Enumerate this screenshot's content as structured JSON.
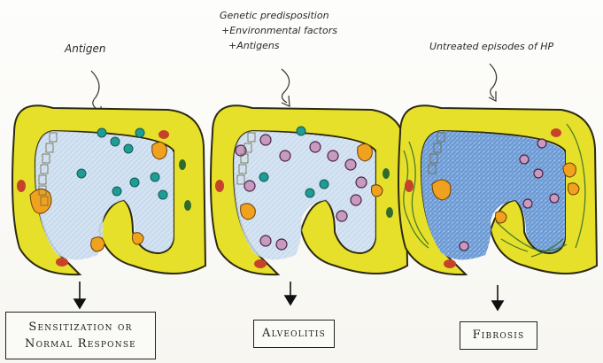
{
  "labels": {
    "antigen": "Antigen",
    "factors_line1": "Genetic predisposition",
    "factors_line2": "+Environmental factors",
    "factors_line3": "+Antigens",
    "untreated": "Untreated episodes of HP"
  },
  "stages": {
    "stage1_line1": "Sensitization or",
    "stage1_line2": "Normal Response",
    "stage2": "Alveolitis",
    "stage3": "Fibrosis"
  },
  "colors": {
    "wall": "#e7e02a",
    "outline": "#2c2a12",
    "lumen_light": "#d9e6f2",
    "lumen_fibrosis": "#8fb6e3",
    "antigen": "#1f9c95",
    "macrophage": "#f0a21f",
    "lymphocyte": "#b07aa8",
    "fibrosis_green": "#2f6b2a"
  }
}
